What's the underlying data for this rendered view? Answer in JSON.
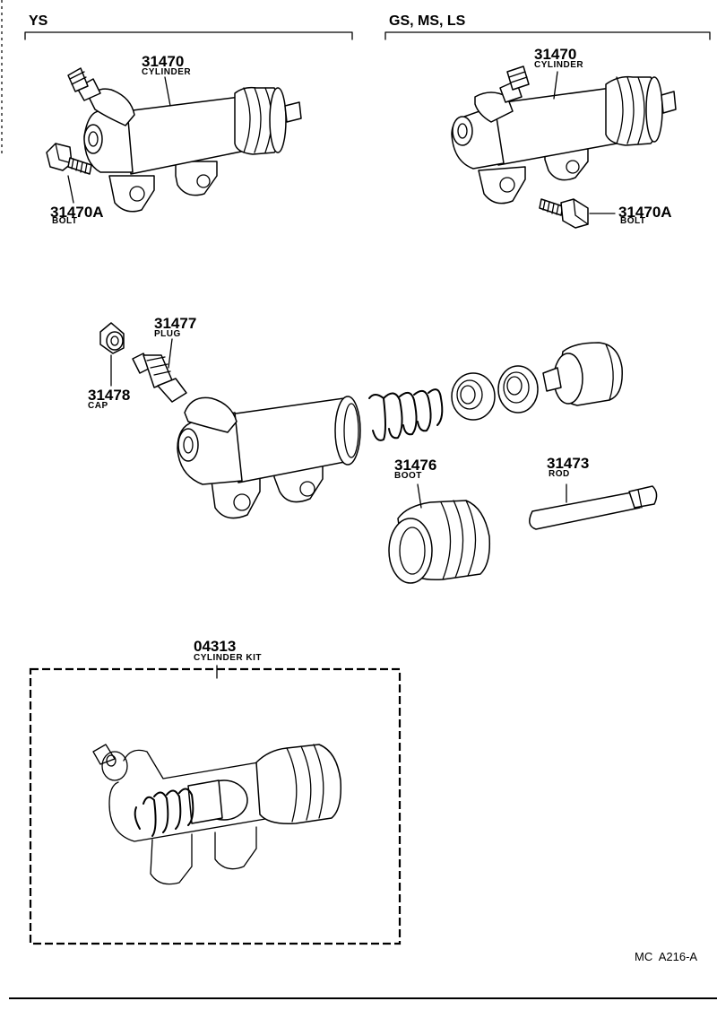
{
  "sections": {
    "ys": "YS",
    "gs_ms_ls": "GS, MS, LS"
  },
  "parts": {
    "cyl_ys": {
      "number": "31470",
      "name": "CYLINDER"
    },
    "cyl_gs": {
      "number": "31470",
      "name": "CYLINDER"
    },
    "bolt_ys": {
      "number": "31470A",
      "name": "BOLT"
    },
    "bolt_gs": {
      "number": "31470A",
      "name": "BOLT"
    },
    "plug": {
      "number": "31477",
      "name": "PLUG"
    },
    "cap": {
      "number": "31478",
      "name": "CAP"
    },
    "boot": {
      "number": "31476",
      "name": "BOOT"
    },
    "rod": {
      "number": "31473",
      "name": "ROD"
    },
    "kit": {
      "number": "04313",
      "name": "CYLINDER KIT"
    }
  },
  "figure_code": "MC  A216-A"
}
